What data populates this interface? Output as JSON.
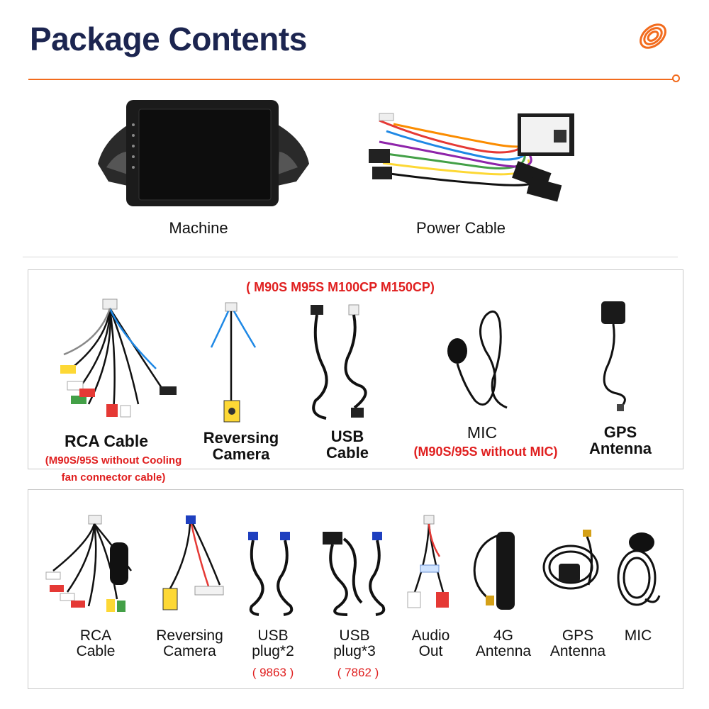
{
  "header": {
    "title": "Package Contents"
  },
  "top_items": [
    {
      "label": "Machine"
    },
    {
      "label": "Power Cable"
    }
  ],
  "panel1": {
    "model_note": "( M90S M95S M100CP M150CP)",
    "items": [
      {
        "label": "RCA Cable",
        "note": "(M90S/95S without Cooling\nfan connector cable)"
      },
      {
        "label": "Reversing\nCamera"
      },
      {
        "label": "USB\nCable"
      },
      {
        "label": "MIC",
        "note": "(M90S/95S without MIC)"
      },
      {
        "label": "GPS\nAntenna"
      }
    ]
  },
  "panel2": {
    "items": [
      {
        "label": "RCA\nCable"
      },
      {
        "label": "Reversing\nCamera"
      },
      {
        "label": "USB\nplug*2",
        "note": "( 9863 )"
      },
      {
        "label": "USB\nplug*3",
        "note": "( 7862 )"
      },
      {
        "label": "Audio\nOut"
      },
      {
        "label": "4G\nAntenna"
      },
      {
        "label": "GPS\nAntenna"
      },
      {
        "label": "MIC"
      }
    ]
  },
  "colors": {
    "title": "#1c2550",
    "accent": "#f26b1d",
    "note": "#e02020"
  }
}
